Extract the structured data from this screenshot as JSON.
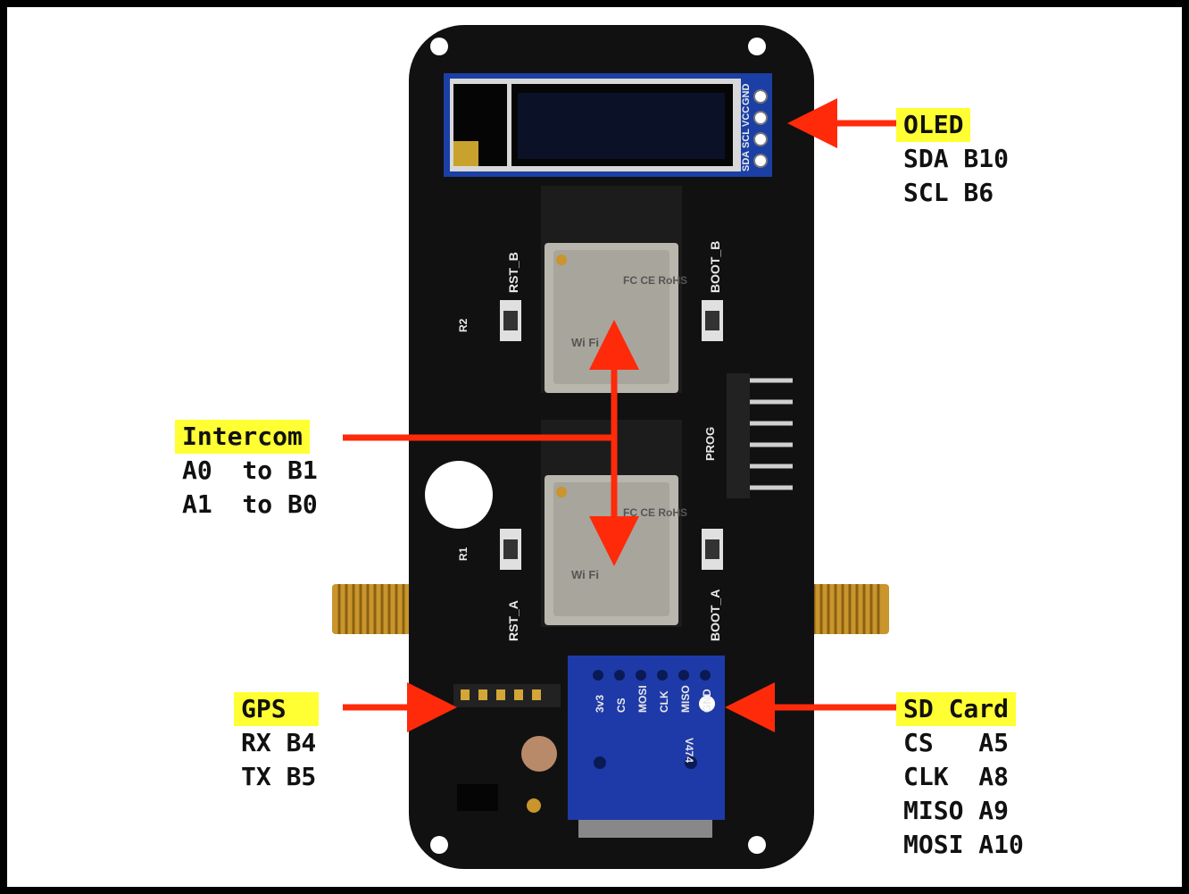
{
  "board": {
    "silkscreen": {
      "rst_b": "RST_B",
      "boot_b": "BOOT_B",
      "rst_a": "RST_A",
      "boot_a": "BOOT_A",
      "r1": "R1",
      "r2": "R2",
      "prog": "PROG",
      "oled_pins": [
        "GND",
        "VCC",
        "SCL",
        "SDA"
      ],
      "sd_pins": [
        "3v3",
        "CS",
        "MOSI",
        "CLK",
        "MISO",
        "GND"
      ],
      "sd_model": "V474",
      "wifi_label": "Wi Fi",
      "rohs": "FC CE RoHS"
    },
    "colors": {
      "pcb": "#111111",
      "arrow": "#ff2a0a",
      "highlight": "#ffff33",
      "oled_board": "#1b3fa5",
      "sd_board": "#1e3aa8",
      "gold": "#d4a537"
    }
  },
  "callouts": {
    "oled": {
      "title": "OLED",
      "lines": [
        "SDA B10",
        "SCL B6"
      ]
    },
    "intercom": {
      "title": "Intercom",
      "lines": [
        "A0  to B1",
        "A1  to B0"
      ]
    },
    "gps": {
      "title": "GPS",
      "lines": [
        "RX B4",
        "TX B5"
      ]
    },
    "sd": {
      "title": "SD Card",
      "lines": [
        "CS   A5",
        "CLK  A8",
        "MISO A9",
        "MOSI A10"
      ]
    }
  }
}
